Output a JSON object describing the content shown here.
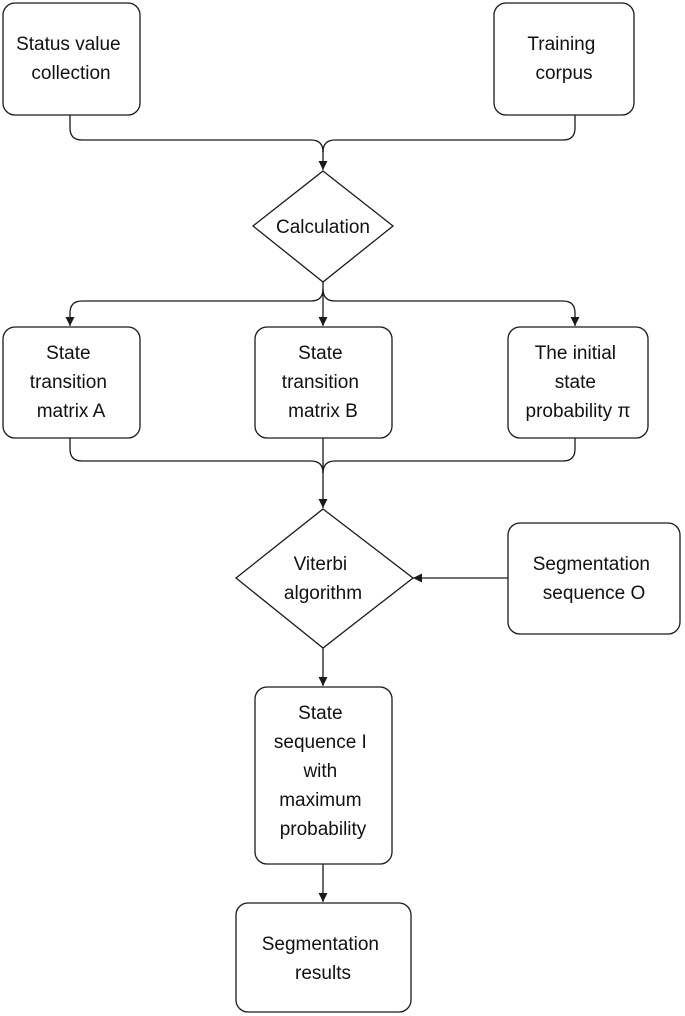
{
  "diagram": {
    "nodes": {
      "status_value_collection": {
        "lines": [
          "Status value",
          "collection"
        ]
      },
      "training_corpus": {
        "lines": [
          "Training",
          "corpus"
        ]
      },
      "calculation": {
        "lines": [
          "Calculation"
        ]
      },
      "state_transition_matrix_a": {
        "lines": [
          "State",
          "transition",
          "matrix A"
        ]
      },
      "state_transition_matrix_b": {
        "lines": [
          "State",
          "transition",
          "matrix B"
        ]
      },
      "initial_state_probability": {
        "lines": [
          "The initial",
          "state",
          "probability π"
        ]
      },
      "viterbi_algorithm": {
        "lines": [
          "Viterbi",
          "algorithm"
        ]
      },
      "segmentation_sequence": {
        "lines": [
          "Segmentation",
          "sequence O"
        ]
      },
      "state_sequence": {
        "lines": [
          "State",
          "sequence I",
          "with",
          "maximum",
          "probability"
        ]
      },
      "segmentation_results": {
        "lines": [
          "Segmentation",
          "results"
        ]
      }
    }
  }
}
